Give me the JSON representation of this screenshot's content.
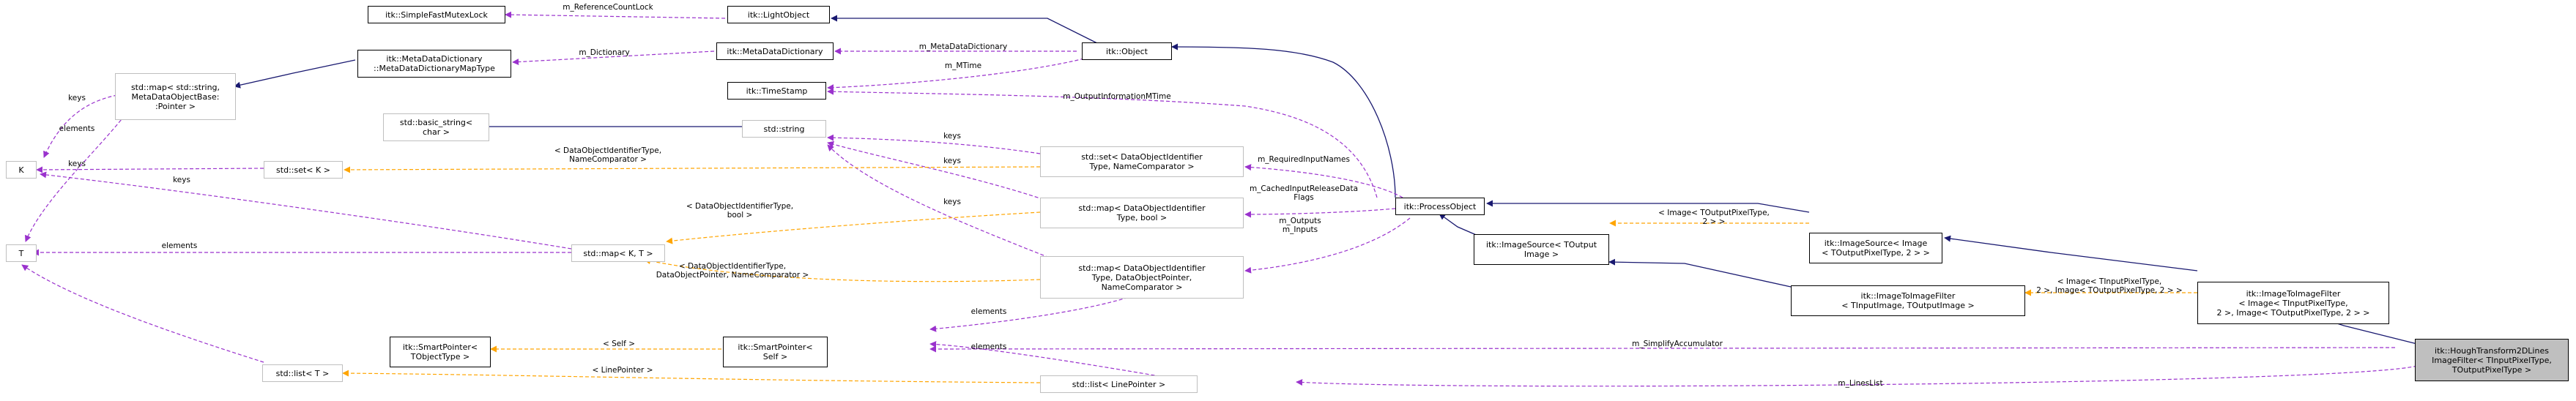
{
  "nodes": {
    "simple_fast_mutex_lock": "itk::SimpleFastMutexLock",
    "light_object": "itk::LightObject",
    "object": "itk::Object",
    "meta_data_dictionary": "itk::MetaDataDictionary",
    "meta_data_dictionary_map_type": "itk::MetaDataDictionary\n::MetaDataDictionaryMapType",
    "time_stamp": "itk::TimeStamp",
    "std_map_string": "std::map< std::string,\nMetaDataObjectBase:\n:Pointer >",
    "k": "K",
    "t": "T",
    "basic_string": "std::basic_string<\nchar >",
    "std_string": "std::string",
    "set_k": "std::set< K >",
    "set_data_object_identifier": "std::set< DataObjectIdentifier\nType, NameComparator >",
    "map_identifier_bool": "std::map< DataObjectIdentifier\nType, bool >",
    "map_k_t": "std::map< K, T >",
    "map_identifier_pointer": "std::map< DataObjectIdentifier\nType, DataObjectPointer,\nNameComparator >",
    "process_object": "itk::ProcessObject",
    "image_source_toutput": "itk::ImageSource< TOutput\nImage >",
    "image_source_image": "itk::ImageSource< Image\n< TOutputPixelType, 2 > >",
    "image_to_image_filter_template": "itk::ImageToImageFilter\n< TInputImage, TOutputImage >",
    "image_to_image_filter": "itk::ImageToImageFilter\n< Image< TInputPixelType,\n2 >, Image< TOutputPixelType, 2 > >",
    "hough_transform": "itk::HoughTransform2DLines\nImageFilter< TInputPixelType,\nTOutputPixelType >",
    "smart_pointer_tobject": "itk::SmartPointer<\nTObjectType >",
    "smart_pointer_self": "itk::SmartPointer<\nSelf >",
    "list_t": "std::list< T >",
    "list_line_pointer": "std::list< LinePointer >"
  },
  "edge_labels": {
    "reference_count_lock": "m_ReferenceCountLock",
    "dictionary": "m_Dictionary",
    "meta_data_dictionary": "m_MetaDataDictionary",
    "mtime": "m_MTime",
    "output_information_mtime": "m_OutputInformationMTime",
    "keys_1": "keys",
    "elements_1": "elements",
    "keys_2": "keys",
    "keys_3": "keys",
    "keys_4": "keys",
    "keys_5": "keys",
    "elements_2": "elements",
    "set_template_args": "< DataObjectIdentifierType,\nNameComparator >",
    "map_bool_template_args": "< DataObjectIdentifierType,\nbool >",
    "map_pointer_template_args": "< DataObjectIdentifierType,\nDataObjectPointer, NameComparator >",
    "required_input_names": "m_RequiredInputNames",
    "cached_input_release": "m_CachedInputReleaseData\nFlags",
    "outputs_inputs": "m_Outputs\nm_Inputs",
    "image_source_args": "< Image< TOutputPixelType,\n2 > >",
    "image_to_image_args": "< Image< TInputPixelType,\n2 >, Image< TOutputPixelType, 2 > >",
    "elements_3": "elements",
    "self": "< Self >",
    "elements_4": "elements",
    "simplify_accumulator": "m_SimplifyAccumulator",
    "line_pointer": "< LinePointer >",
    "lines_list": "m_LinesList"
  },
  "colors": {
    "inheritance": "#191970",
    "usage": "#9a32cd",
    "template": "#ffa500",
    "node_border": "#000000",
    "node_border_light": "#bfbfbf",
    "focus_fill": "#bfbfbf"
  }
}
